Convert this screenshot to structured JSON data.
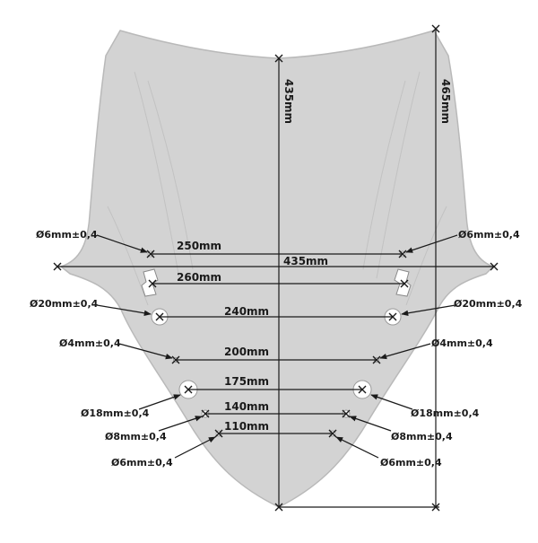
{
  "labels": {
    "height_center": "435mm",
    "height_total": "465mm",
    "width_250": "250mm",
    "width_435": "435mm",
    "width_260": "260mm",
    "width_240": "240mm",
    "width_200": "200mm",
    "width_175": "175mm",
    "width_140": "140mm",
    "width_110": "110mm"
  },
  "holes": {
    "top_left": "Ø6mm±0,4",
    "top_right": "Ø6mm±0,4",
    "big_left": "Ø20mm±0,4",
    "big_right": "Ø20mm±0,4",
    "small_left": "Ø4mm±0,4",
    "small_right": "Ø4mm±0,4",
    "mid_left": "Ø18mm±0,4",
    "mid_right": "Ø18mm±0,4",
    "eight_left": "Ø8mm±0,4",
    "eight_right": "Ø8mm±0,4",
    "bottom_left": "Ø6mm±0,4",
    "bottom_right": "Ø6mm±0,4"
  },
  "colors": {
    "shield_fill": "#d3d3d3",
    "shield_stroke": "#b9b9b9",
    "line": "#1a1a1a",
    "background": "#ffffff"
  }
}
